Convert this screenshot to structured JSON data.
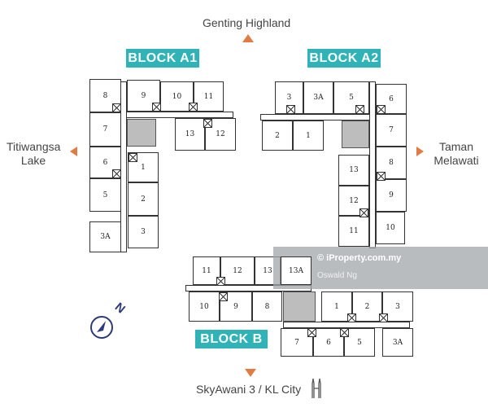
{
  "directions": {
    "north": "Genting Highland",
    "west_line1": "Titiwangsa",
    "west_line2": "Lake",
    "east_line1": "Taman",
    "east_line2": "Melawati",
    "south": "SkyAwani 3 / KL City"
  },
  "compass": {
    "label": "N"
  },
  "blocks": {
    "a1": {
      "label": "BLOCK A1",
      "units": [
        "8",
        "7",
        "6",
        "5",
        "3A",
        "9",
        "10",
        "11",
        "13",
        "12",
        "1",
        "2",
        "3"
      ]
    },
    "a2": {
      "label": "BLOCK A2",
      "units": [
        "3",
        "3A",
        "5",
        "2",
        "1",
        "6",
        "7",
        "8",
        "9",
        "10",
        "13",
        "12",
        "11"
      ]
    },
    "b": {
      "label": "BLOCK B",
      "units": [
        "11",
        "12",
        "13",
        "13A",
        "10",
        "9",
        "8",
        "1",
        "2",
        "3",
        "7",
        "6",
        "5",
        "3A"
      ]
    }
  },
  "watermark": {
    "site": "© iProperty.com.my",
    "author": "Oswald Ng"
  },
  "colors": {
    "label_bg": "#2fb3b6",
    "arrow": "#e07b45"
  }
}
